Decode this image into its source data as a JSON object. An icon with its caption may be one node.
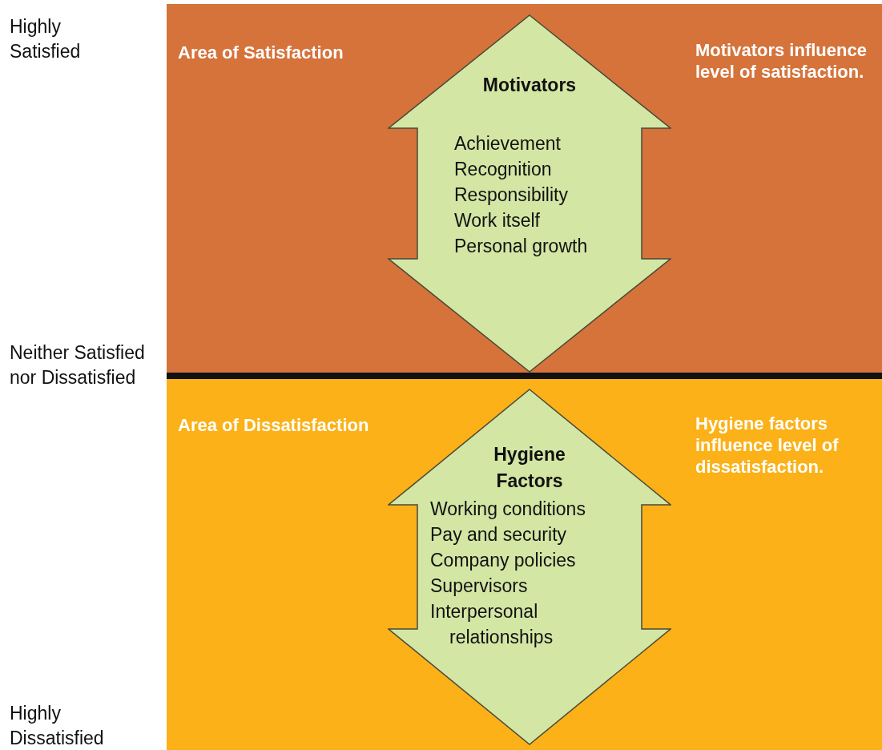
{
  "diagram": {
    "nodes": [
      {
        "text": [
          "Area of Satisfaction",
          "Motivators influence level of satisfaction."
        ]
      },
      {
        "text": [
          "Motivators",
          "Achievement",
          "Recognition",
          "Responsibility",
          "Work itself",
          "Personal growth"
        ],
        "in": 0
      },
      {
        "text": [
          "Area of Dissatisfaction",
          "Hygiene factors influence level of dissatisfaction."
        ]
      },
      {
        "text": [
          "Hygiene Factors",
          "Working conditions",
          "Pay and security",
          "Company policies",
          "Supervisors",
          "Interpersonal relationships"
        ],
        "in": 2
      }
    ],
    "labels": [
      "Highly Satisfied",
      "Neither Satisfied nor Dissatisfied",
      "Highly Dissatisfied"
    ]
  }
}
